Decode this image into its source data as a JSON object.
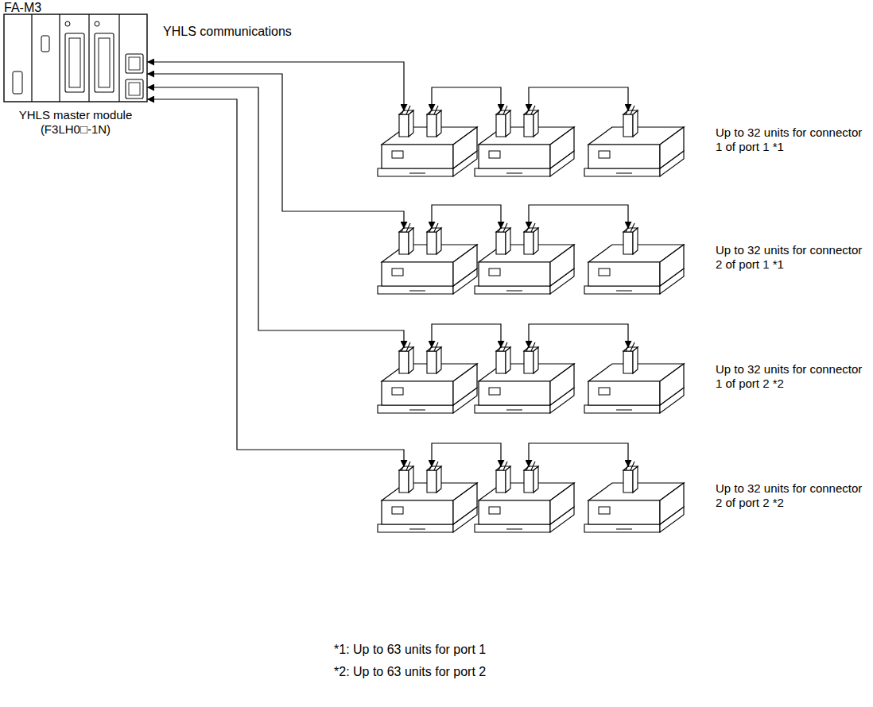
{
  "diagram": {
    "nodes": [
      {
        "text": [
          "FA-M3",
          "YHLS master module (F3LH0□-1N)"
        ]
      },
      {
        "text": [
          "Up to 32 units for connector 1 of port 1 *1"
        ]
      },
      {
        "text": [
          "Up to 32 units for connector 2 of port 1 *1"
        ]
      },
      {
        "text": [
          "Up to 32 units for connector 1 of port 2 *2"
        ]
      },
      {
        "text": [
          "Up to 32 units for connector 2 of port 2 *2"
        ]
      }
    ],
    "edges": [
      {
        "from": 0,
        "to": 1,
        "arrow": "both",
        "label": "YHLS communications"
      },
      {
        "from": 0,
        "to": 2,
        "arrow": "both"
      },
      {
        "from": 0,
        "to": 3,
        "arrow": "both"
      },
      {
        "from": 0,
        "to": 4,
        "arrow": "both"
      }
    ],
    "labels": [
      "*1: Up to 63 units for port 1",
      "*2: Up to 63 units for port 2"
    ]
  }
}
